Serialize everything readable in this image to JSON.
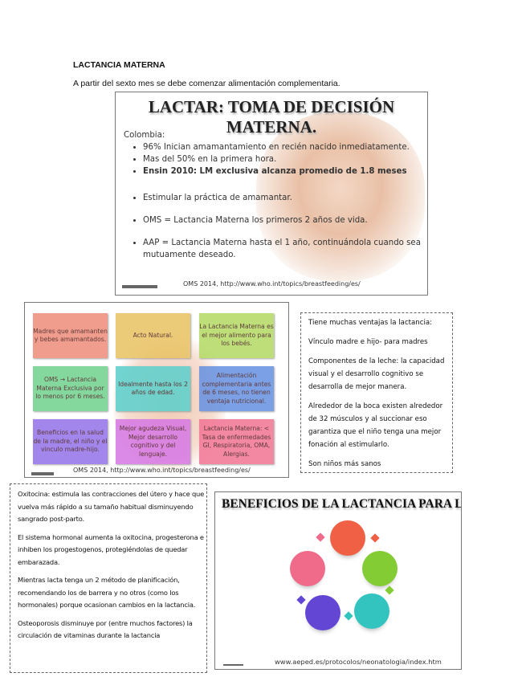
{
  "document": {
    "title": "LACTANCIA MATERNA",
    "subtitle": "A partir del sexto mes se debe comenzar alimentación complementaria."
  },
  "slide1": {
    "title": "LACTAR: TOMA DE DECISIÓN MATERNA.",
    "heading": "Colombia:",
    "items": [
      "96% Inician amamantamiento en recién nacido inmediatamente.",
      "Mas del 50% en la primera hora.",
      "Ensin 2010: LM exclusiva alcanza promedio de 1.8 meses",
      "Estimular la práctica de amamantar.",
      "OMS = Lactancia Materna los primeros 2 años de vida.",
      "AAP = Lactancia Materna hasta el 1 año, continuándola cuando sea mutuamente deseado."
    ],
    "source": "OMS 2014, http://www.who.int/topics/breastfeeding/es/"
  },
  "slide2": {
    "tiles": [
      {
        "text": "Madres que amamanten y bebes amamantados.",
        "color": "#f0907e"
      },
      {
        "text": "Acto Natural.",
        "color": "#e9c466"
      },
      {
        "text": "La Lactancia Materna es el mejor alimento para los bebés.",
        "color": "#b4da66"
      },
      {
        "text": "OMS → Lactancia Materna Exclusiva por lo menos por 6 meses.",
        "color": "#74d391"
      },
      {
        "text": "Idealmente hasta los 2 años de edad.",
        "color": "#5fd0cc"
      },
      {
        "text": "Alimentación complementaria antes de 6 meses, no tienen ventaja nutricional.",
        "color": "#6a94e2"
      },
      {
        "text": "Beneficios en la salud de la madre, el niño y el vinculo madre-hijo.",
        "color": "#9676ea"
      },
      {
        "text": "Mejor agudeza Visual, Mejor desarrollo cognitivo y del lenguaje.",
        "color": "#d77ae4"
      },
      {
        "text": "Lactancia Materna: < Tasa de enfermedades GI, Respiratoria, OMA, Alergias.",
        "color": "#f27897"
      }
    ],
    "source": "OMS 2014, http://www.who.int/topics/breastfeeding/es/"
  },
  "right_box": {
    "paragraphs": [
      "Tiene muchas ventajas la lactancia:",
      "Vínculo madre e hijo- para madres",
      "Componentes de la leche: la capacidad visual y el desarrollo cognitivo se desarrolla de mejor manera.",
      "Alrededor de la boca existen alrededor de 32 músculos y al succionar eso garantiza que el niño tenga una mejor fonación al estimularlo.",
      "Son niños más sanos"
    ]
  },
  "left_box": {
    "paragraphs": [
      "Oxitocina: estimula las contracciones del útero y hace que vuelva más rápido a su tamaño habitual disminuyendo sangrado post-parto.",
      "El sistema hormonal aumenta la oxitocina, progesterona e inhiben los progestogenos, protegiéndolas de quedar embarazada.",
      "Mientras lacta tenga un 2 método de planificación, recomendando los de barrera y no otros (como los hormonales) porque ocasionan cambios en la lactancia.",
      "Osteoporosis disminuye por (entre muchos factores) la circulación de vitaminas durante la lactancia"
    ]
  },
  "slide3": {
    "title": "BENEFICIOS DE LA LACTANCIA PARA LA MADRE",
    "circle_colors": [
      "#f06044",
      "#84cc34",
      "#34c4c0",
      "#6446d4",
      "#f06a8a"
    ],
    "source": "www.aeped.es/protocolos/neonatologia/index.htm"
  }
}
